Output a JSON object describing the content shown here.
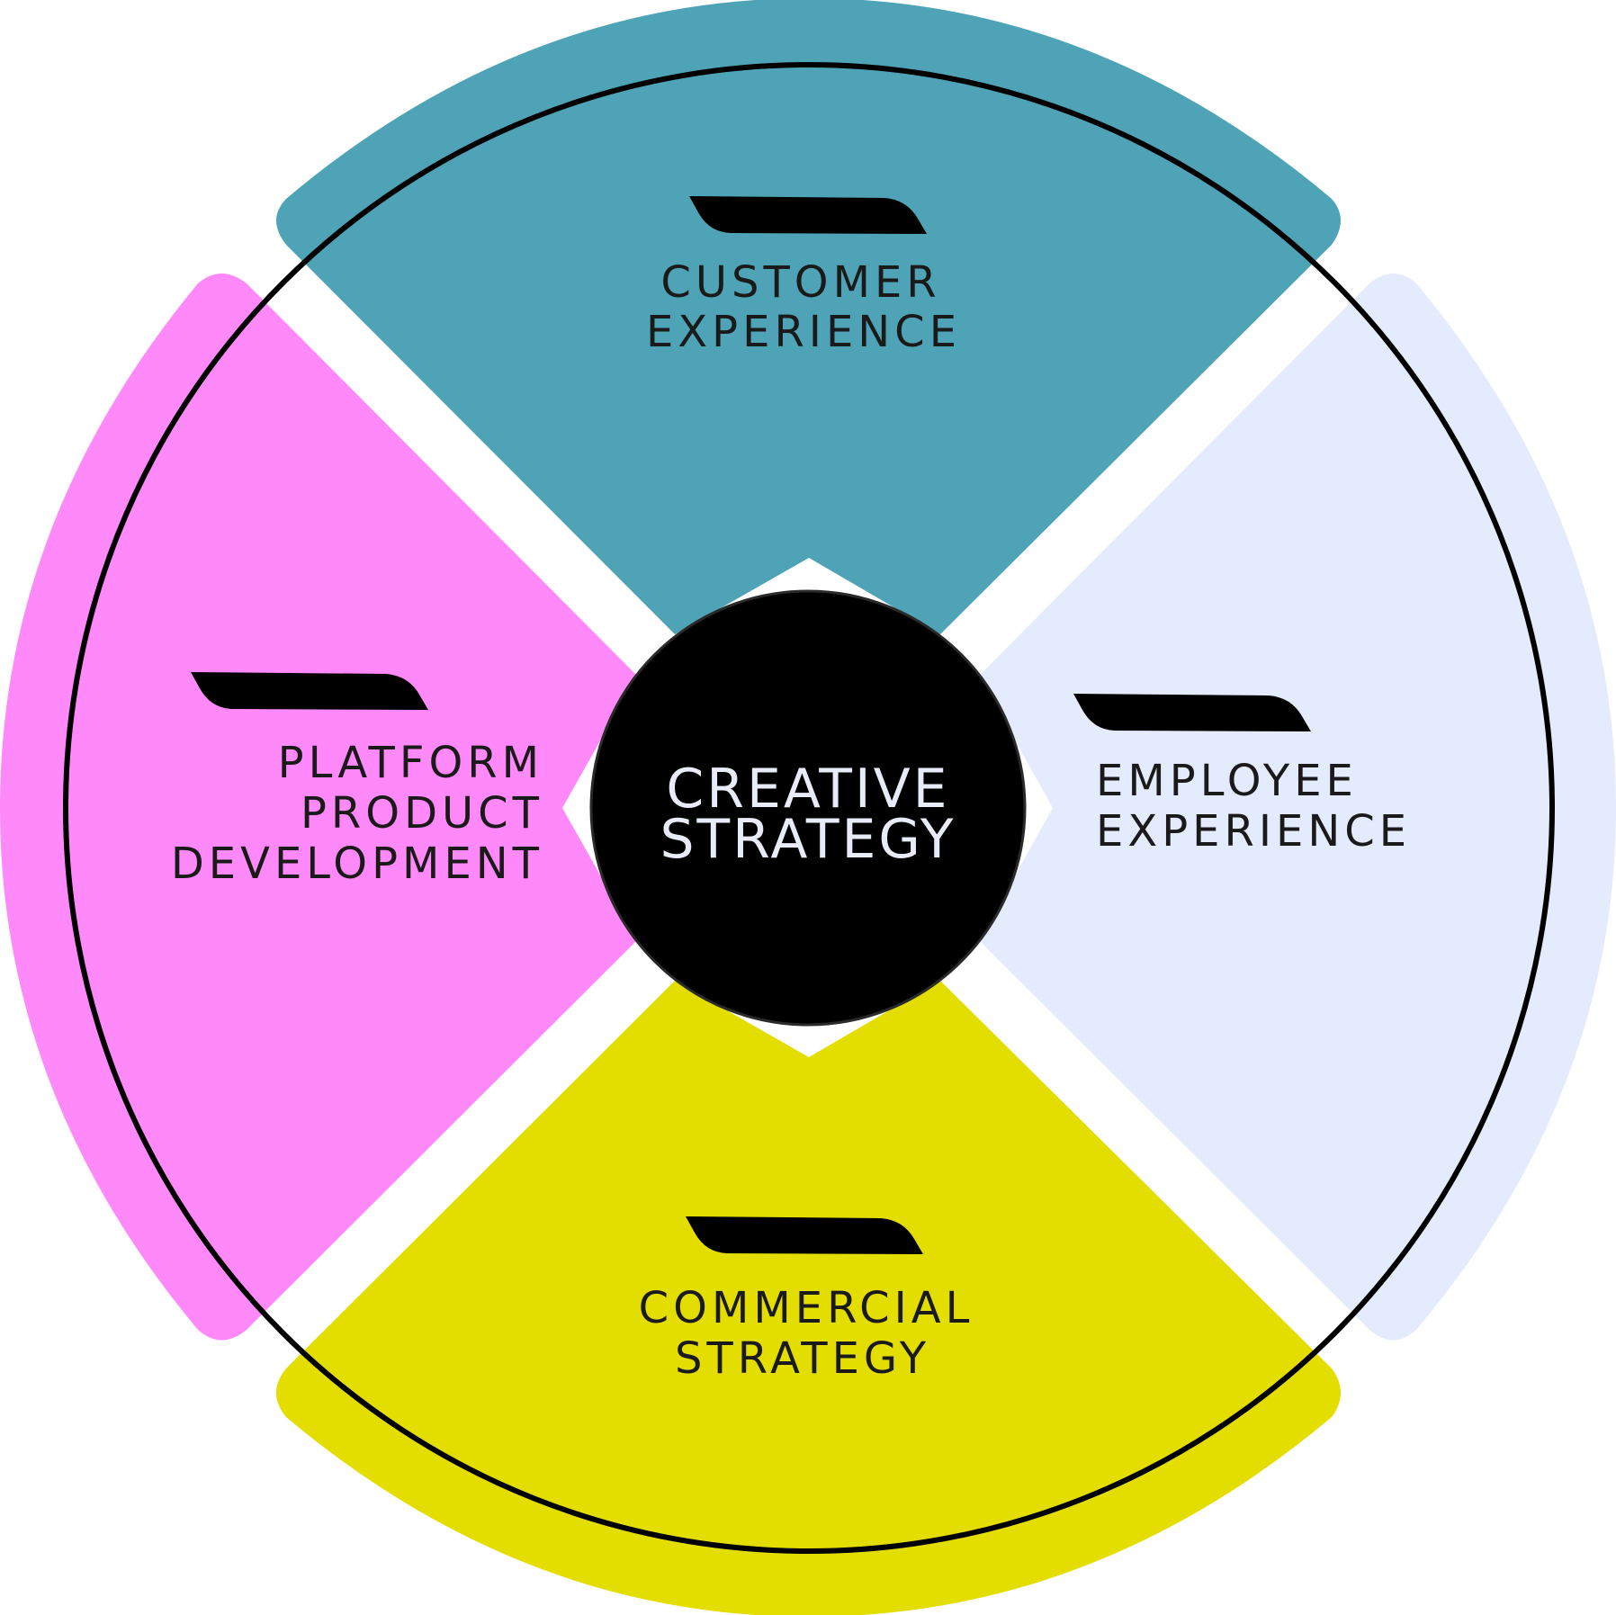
{
  "center": {
    "line1": "CREATIVE",
    "line2": "STRATEGY"
  },
  "segments": {
    "customer": {
      "line1": "CUSTOMER",
      "line2": "EXPERIENCE",
      "color": "#4ea4b6"
    },
    "employee": {
      "line1": "EMPLOYEE",
      "line2": "EXPERIENCE",
      "color": "#e4ebfc"
    },
    "commercial": {
      "line1": "COMMERCIAL",
      "line2": "STRATEGY",
      "color": "#e3dd00"
    },
    "platform": {
      "line1": "PLATFORM",
      "line2": "PRODUCT",
      "line3": "DEVELOPMENT",
      "color": "#ff89f9"
    }
  },
  "colors": {
    "ring": "#000000",
    "center_fill": "#000000",
    "center_text": "#e8ecf8",
    "label_text": "#1a1a1a",
    "tab": "#000000"
  }
}
